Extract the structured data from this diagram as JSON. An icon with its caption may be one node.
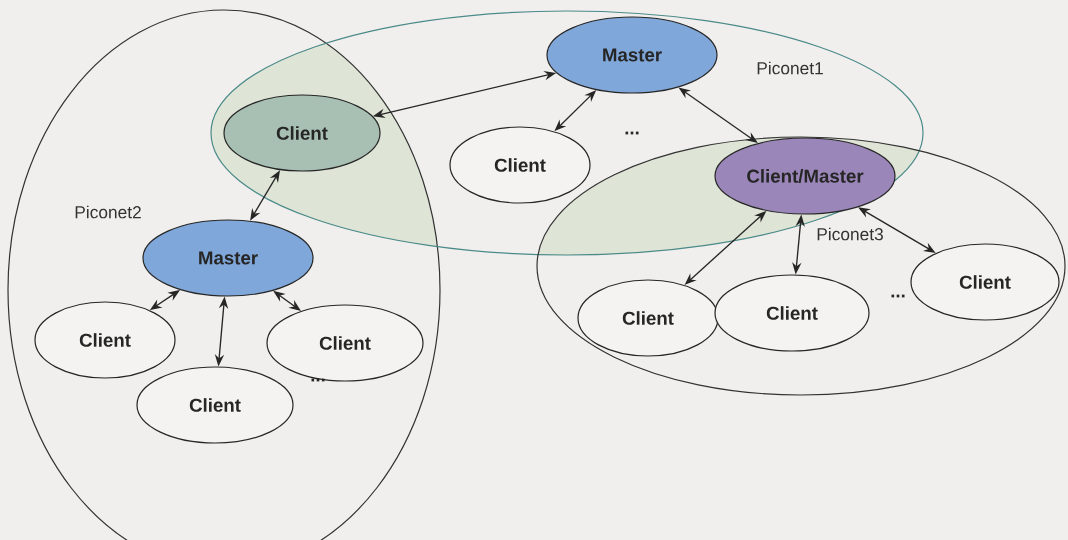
{
  "diagram": {
    "nodes": [
      {
        "text": [
          "Piconet2"
        ]
      },
      {
        "text": [
          "Master"
        ],
        "in": 0
      },
      {
        "text": [
          "Client"
        ],
        "in": 0
      },
      {
        "text": [
          "Client"
        ],
        "in": 0
      },
      {
        "text": [
          "Client"
        ],
        "in": 0
      },
      {
        "text": [
          "Piconet1"
        ]
      },
      {
        "text": [
          "Client"
        ]
      },
      {
        "text": [
          "Master"
        ],
        "in": 5
      },
      {
        "text": [
          "Client"
        ],
        "in": 5
      },
      {
        "text": [
          "Client/Master"
        ]
      },
      {
        "text": [
          "Piconet3"
        ]
      },
      {
        "text": [
          "Client"
        ],
        "in": 10
      },
      {
        "text": [
          "Client"
        ],
        "in": 10
      },
      {
        "text": [
          "Client"
        ],
        "in": 10
      }
    ],
    "edges": [
      {
        "from": 6,
        "to": 7,
        "arrow": "both"
      },
      {
        "from": 6,
        "to": 1,
        "arrow": "both"
      },
      {
        "from": 7,
        "to": 8,
        "arrow": "both"
      },
      {
        "from": 7,
        "to": 9,
        "arrow": "both"
      },
      {
        "from": 1,
        "to": 2,
        "arrow": "both"
      },
      {
        "from": 1,
        "to": 3,
        "arrow": "both"
      },
      {
        "from": 1,
        "to": 4,
        "arrow": "both"
      },
      {
        "from": 9,
        "to": 11,
        "arrow": "both"
      },
      {
        "from": 9,
        "to": 12,
        "arrow": "both"
      },
      {
        "from": 9,
        "to": 13,
        "arrow": "both"
      }
    ],
    "labels": [
      "...",
      "...",
      "..."
    ]
  }
}
